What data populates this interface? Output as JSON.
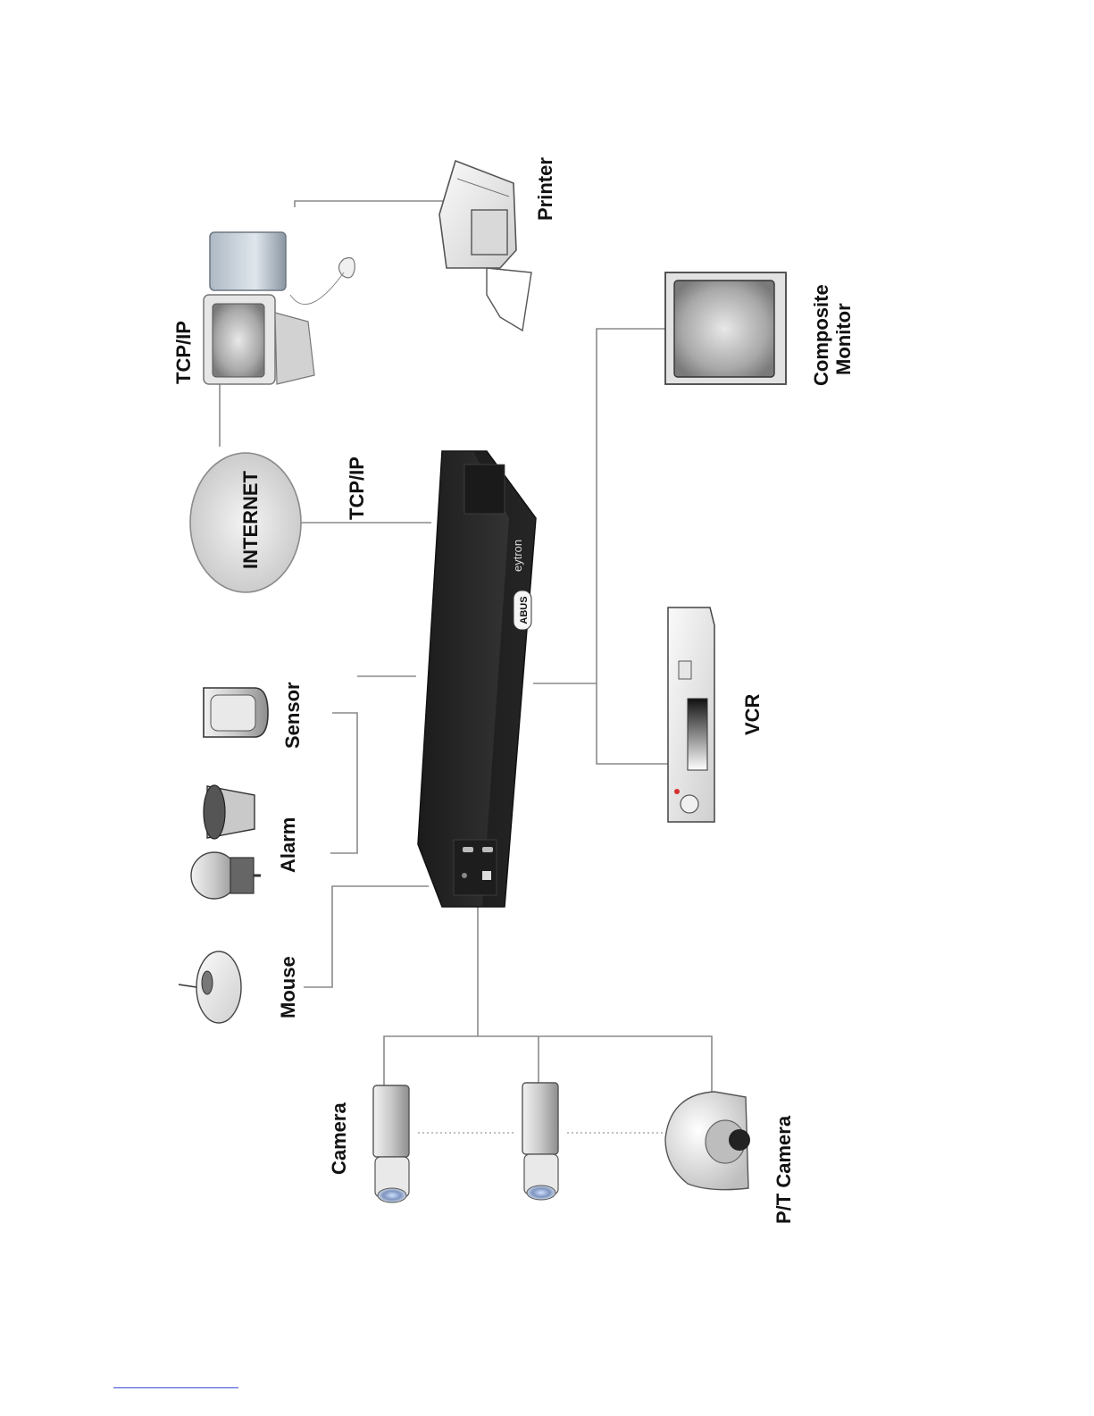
{
  "labels": {
    "tcpip_pc": "TCP/IP",
    "printer": "Printer",
    "internet": "INTERNET",
    "tcpip_dvr": "TCP/IP",
    "composite_monitor_line1": "Composite",
    "composite_monitor_line2": "Monitor",
    "sensor": "Sensor",
    "alarm": "Alarm",
    "mouse": "Mouse",
    "vcr": "VCR",
    "camera": "Camera",
    "pt_camera": "P/T Camera"
  },
  "dvr": {
    "brand_badge": "ABUS",
    "brand_name": "eytron"
  },
  "colors": {
    "dvr_body": "#262626",
    "connector": "#8a8a8a",
    "label": "#111111",
    "footer_link": "#3b4fd6"
  }
}
